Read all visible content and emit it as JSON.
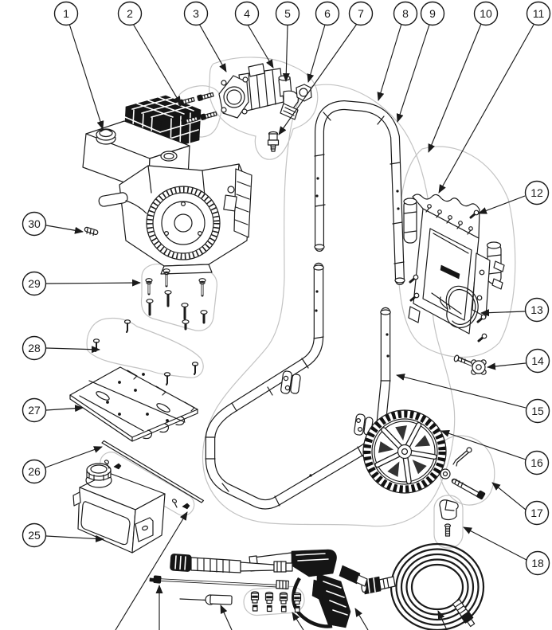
{
  "diagram": {
    "kind": "exploded-parts-diagram",
    "visible_callout_count": 24
  },
  "colors": {
    "line": "#1a1a1a",
    "group_outline": "#c3c3c3",
    "dark_fill": "#151515",
    "background": "#ffffff"
  },
  "callouts": [
    {
      "label": "1",
      "part": "engine"
    },
    {
      "label": "2",
      "part": "engine-pump-bolt-set"
    },
    {
      "label": "3",
      "part": "pump-assembly"
    },
    {
      "label": "4",
      "part": "pump-manifold"
    },
    {
      "label": "5",
      "part": "pump-outlet-fitting"
    },
    {
      "label": "6",
      "part": "pump-cap-nut"
    },
    {
      "label": "7",
      "part": "pump-plug"
    },
    {
      "label": "8",
      "part": "upper-handle"
    },
    {
      "label": "9",
      "part": "upper-handle-grip"
    },
    {
      "label": "10",
      "part": "frame-assembly-group"
    },
    {
      "label": "11",
      "part": "panel-assembly-group"
    },
    {
      "label": "12",
      "part": "panel-screw"
    },
    {
      "label": "13",
      "part": "wire-hook"
    },
    {
      "label": "14",
      "part": "knob-bolt"
    },
    {
      "label": "15",
      "part": "lower-frame"
    },
    {
      "label": "16",
      "part": "wheel"
    },
    {
      "label": "17",
      "part": "axle-hardware-kit"
    },
    {
      "label": "18",
      "part": "hook-hardware"
    },
    {
      "label": "25",
      "part": "detergent-tank"
    },
    {
      "label": "26",
      "part": "support-rod-kit"
    },
    {
      "label": "27",
      "part": "base-plate"
    },
    {
      "label": "28",
      "part": "screw-set"
    },
    {
      "label": "29",
      "part": "engine-bolt-set"
    },
    {
      "label": "30",
      "part": "shear-key"
    }
  ]
}
